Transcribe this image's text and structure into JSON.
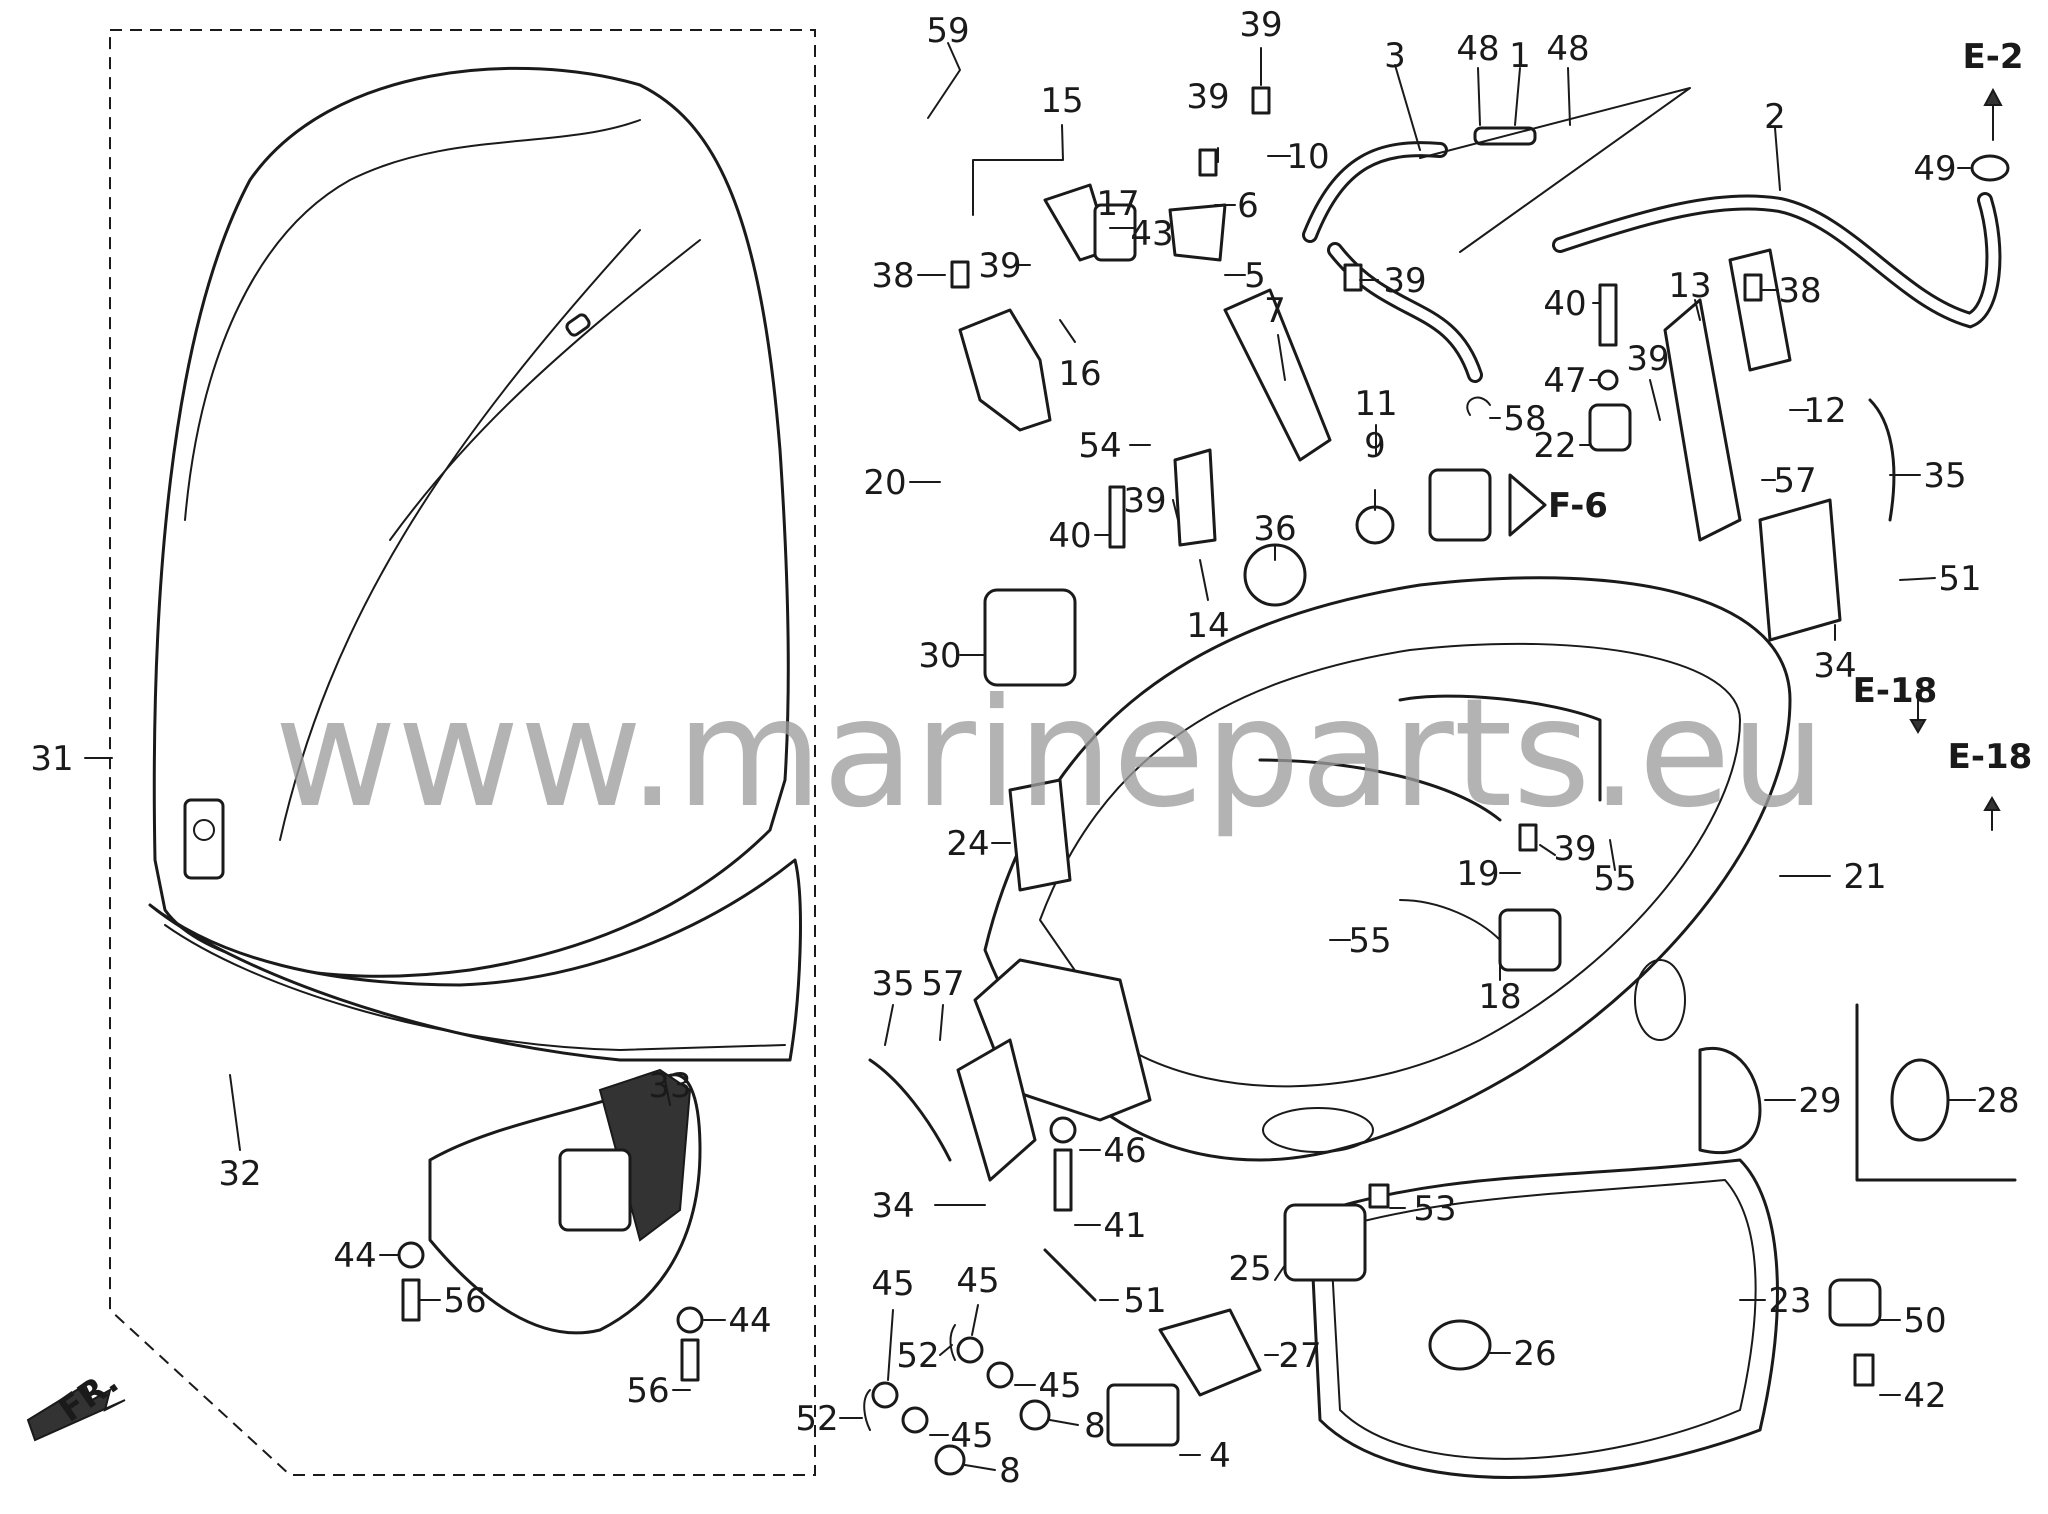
{
  "watermark": "www.marineparts.eu",
  "direction_label": "FR.",
  "references": {
    "e2": "E-2",
    "f6": "F-6",
    "e18a": "E-18",
    "e18b": "E-18"
  },
  "callouts": [
    {
      "id": "p59",
      "text": "59"
    },
    {
      "id": "p15",
      "text": "15"
    },
    {
      "id": "p39a",
      "text": "39"
    },
    {
      "id": "p39b",
      "text": "39"
    },
    {
      "id": "p10",
      "text": "10"
    },
    {
      "id": "p3",
      "text": "3"
    },
    {
      "id": "p48a",
      "text": "48"
    },
    {
      "id": "p1",
      "text": "1"
    },
    {
      "id": "p48b",
      "text": "48"
    },
    {
      "id": "p2",
      "text": "2"
    },
    {
      "id": "p49",
      "text": "49"
    },
    {
      "id": "p17",
      "text": "17"
    },
    {
      "id": "p43",
      "text": "43"
    },
    {
      "id": "p6",
      "text": "6"
    },
    {
      "id": "p5",
      "text": "5"
    },
    {
      "id": "p38a",
      "text": "38"
    },
    {
      "id": "p39c",
      "text": "39"
    },
    {
      "id": "p39d",
      "text": "39"
    },
    {
      "id": "p16",
      "text": "16"
    },
    {
      "id": "p7",
      "text": "7"
    },
    {
      "id": "p40a",
      "text": "40"
    },
    {
      "id": "p13",
      "text": "13"
    },
    {
      "id": "p38b",
      "text": "38"
    },
    {
      "id": "p47",
      "text": "47"
    },
    {
      "id": "p39e",
      "text": "39"
    },
    {
      "id": "p12",
      "text": "12"
    },
    {
      "id": "p11",
      "text": "11"
    },
    {
      "id": "p58",
      "text": "58"
    },
    {
      "id": "p22",
      "text": "22"
    },
    {
      "id": "p57a",
      "text": "57"
    },
    {
      "id": "p35a",
      "text": "35"
    },
    {
      "id": "p54",
      "text": "54"
    },
    {
      "id": "p9",
      "text": "9"
    },
    {
      "id": "p20",
      "text": "20"
    },
    {
      "id": "p40b",
      "text": "40"
    },
    {
      "id": "p39f",
      "text": "39"
    },
    {
      "id": "p36",
      "text": "36"
    },
    {
      "id": "p51a",
      "text": "51"
    },
    {
      "id": "p34a",
      "text": "34"
    },
    {
      "id": "p30",
      "text": "30"
    },
    {
      "id": "p14",
      "text": "14"
    },
    {
      "id": "p31",
      "text": "31"
    },
    {
      "id": "p24",
      "text": "24"
    },
    {
      "id": "p19",
      "text": "19"
    },
    {
      "id": "p39g",
      "text": "39"
    },
    {
      "id": "p55a",
      "text": "55"
    },
    {
      "id": "p21",
      "text": "21"
    },
    {
      "id": "p55b",
      "text": "55"
    },
    {
      "id": "p35b",
      "text": "35"
    },
    {
      "id": "p57b",
      "text": "57"
    },
    {
      "id": "p18",
      "text": "18"
    },
    {
      "id": "p33",
      "text": "33"
    },
    {
      "id": "p29",
      "text": "29"
    },
    {
      "id": "p28",
      "text": "28"
    },
    {
      "id": "p32",
      "text": "32"
    },
    {
      "id": "p46",
      "text": "46"
    },
    {
      "id": "p34b",
      "text": "34"
    },
    {
      "id": "p53",
      "text": "53"
    },
    {
      "id": "p41",
      "text": "41"
    },
    {
      "id": "p44a",
      "text": "44"
    },
    {
      "id": "p56a",
      "text": "56"
    },
    {
      "id": "p25",
      "text": "25"
    },
    {
      "id": "p51b",
      "text": "51"
    },
    {
      "id": "p44b",
      "text": "44"
    },
    {
      "id": "p45a",
      "text": "45"
    },
    {
      "id": "p45b",
      "text": "45"
    },
    {
      "id": "p23",
      "text": "23"
    },
    {
      "id": "p50",
      "text": "50"
    },
    {
      "id": "p27",
      "text": "27"
    },
    {
      "id": "p26",
      "text": "26"
    },
    {
      "id": "p56b",
      "text": "56"
    },
    {
      "id": "p52a",
      "text": "52"
    },
    {
      "id": "p45c",
      "text": "45"
    },
    {
      "id": "p42",
      "text": "42"
    },
    {
      "id": "p8a",
      "text": "8"
    },
    {
      "id": "p52b",
      "text": "52"
    },
    {
      "id": "p45d",
      "text": "45"
    },
    {
      "id": "p4",
      "text": "4"
    },
    {
      "id": "p8b",
      "text": "8"
    }
  ]
}
